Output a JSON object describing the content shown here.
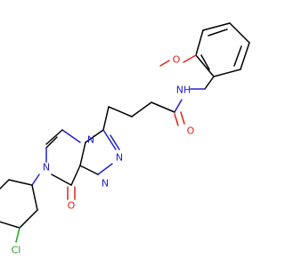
{
  "structure": {
    "atom_labels": {
      "methoxy_o": "O",
      "amide_nh": "NH",
      "amide_o": "O",
      "triazole_n_upper": "N",
      "triazole_n_left": "N",
      "triazole_n_right": "N",
      "pyrazine_n": "N",
      "oxo_o": "O",
      "chlorine": "Cl"
    },
    "colors": {
      "carbon_bond": "#000000",
      "oxygen": "#e2231a",
      "nitrogen": "#2020d0",
      "chlorine": "#1fa01f"
    }
  }
}
